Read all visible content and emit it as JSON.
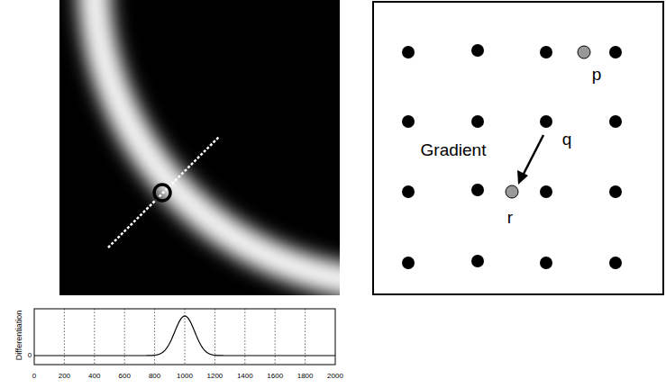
{
  "diagram": {
    "labels": [
      "p",
      "Gradient",
      "q",
      "r",
      "Differentiation",
      "0",
      "0",
      "200",
      "400",
      "600",
      "800",
      "1000",
      "1200",
      "1400",
      "1600",
      "1800",
      "2000"
    ]
  }
}
